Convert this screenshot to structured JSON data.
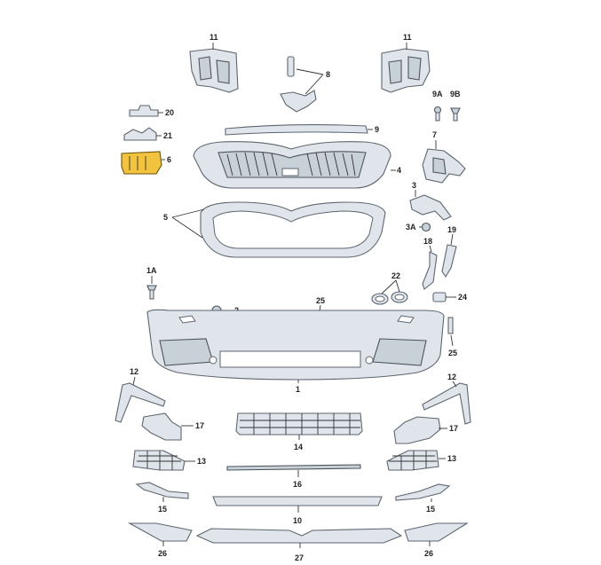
{
  "callouts": {
    "c1": "1",
    "c1a": "1A",
    "c2": "2",
    "c3": "3",
    "c3a": "3A",
    "c4": "4",
    "c5": "5",
    "c6": "6",
    "c7": "7",
    "c8": "8",
    "c9": "9",
    "c9a": "9A",
    "c9b": "9B",
    "c10": "10",
    "c11l": "11",
    "c11r": "11",
    "c12l": "12",
    "c12r": "12",
    "c13l": "13",
    "c13r": "13",
    "c14": "14",
    "c15l": "15",
    "c15r": "15",
    "c16": "16",
    "c17l": "17",
    "c17r": "17",
    "c18": "18",
    "c19": "19",
    "c20": "20",
    "c21": "21",
    "c22": "22",
    "c24": "24",
    "c25a": "25",
    "c25b": "25",
    "c26l": "26",
    "c26r": "26",
    "c27": "27"
  },
  "colors": {
    "highlight": "#f2c33d",
    "part": "#dfe5ea",
    "outline": "#5d6670"
  }
}
